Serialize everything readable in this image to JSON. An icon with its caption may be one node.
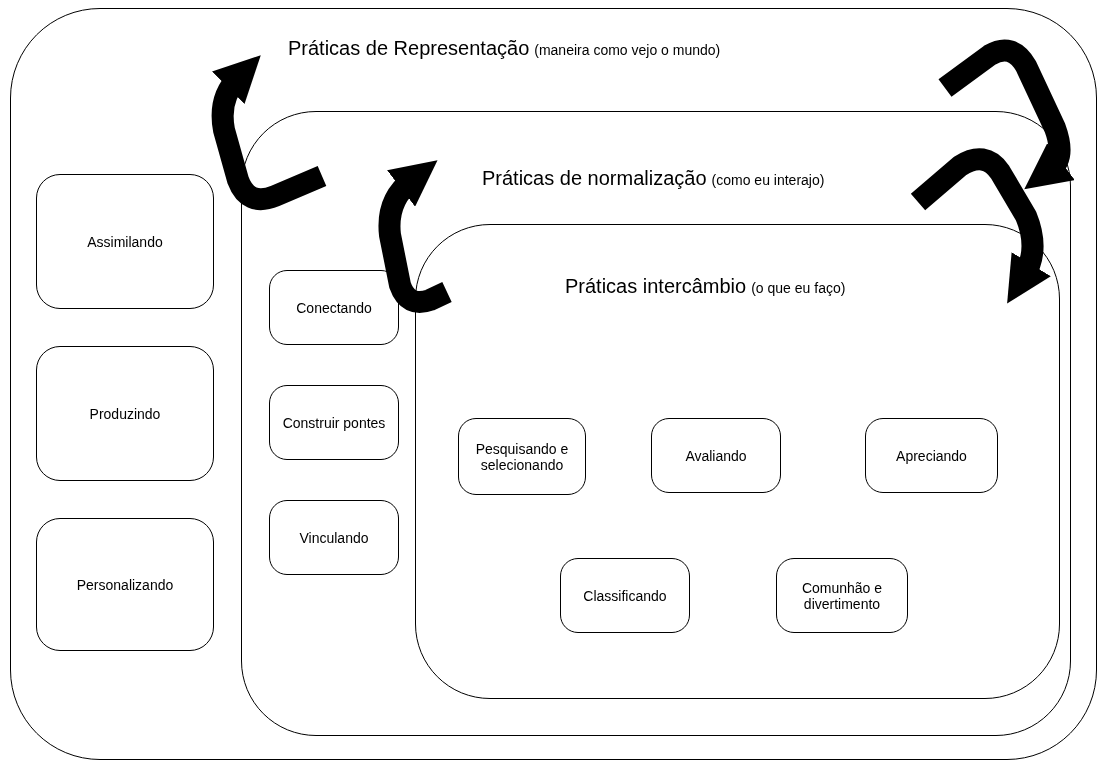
{
  "diagram": {
    "nodes": [
      {
        "text": [
          "Práticas de Representação",
          "(maneira como vejo o mundo)"
        ]
      },
      {
        "text": [
          "Assimilando"
        ],
        "in": 0
      },
      {
        "text": [
          "Produzindo"
        ],
        "in": 0
      },
      {
        "text": [
          "Personalizando"
        ],
        "in": 0
      },
      {
        "text": [
          "Práticas de normalização",
          "(como eu interajo)"
        ],
        "in": 0
      },
      {
        "text": [
          "Conectando"
        ],
        "in": 4
      },
      {
        "text": [
          "Construir pontes"
        ],
        "in": 4
      },
      {
        "text": [
          "Vinculando"
        ],
        "in": 4
      },
      {
        "text": [
          "Práticas intercâmbio",
          "(o que eu faço)"
        ],
        "in": 4
      },
      {
        "text": [
          "Pesquisando e selecionando"
        ],
        "in": 8
      },
      {
        "text": [
          "Avaliando"
        ],
        "in": 8
      },
      {
        "text": [
          "Apreciando"
        ],
        "in": 8
      },
      {
        "text": [
          "Classificando"
        ],
        "in": 8
      },
      {
        "text": [
          "Comunhão e divertimento"
        ],
        "in": 8
      }
    ]
  }
}
